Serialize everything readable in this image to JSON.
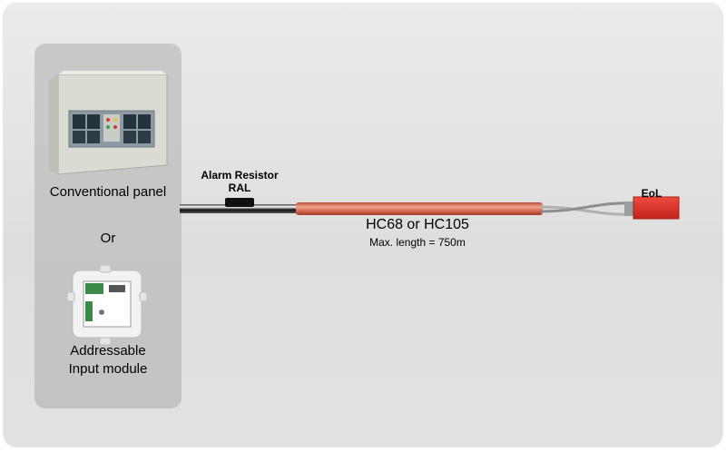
{
  "labels": {
    "conventional_panel": "Conventional panel",
    "or": "Or",
    "addressable_line1": "Addressable",
    "addressable_line2": "Input module",
    "alarm_resistor_line1": "Alarm Resistor",
    "alarm_resistor_line2": "RAL",
    "cable": "HC68 or HC105",
    "max_length": "Max. length = 750m",
    "eol": "EoL"
  },
  "colors": {
    "cable": "#d9735a",
    "eol": "#e0322a",
    "panel_side": "#c7c7c7"
  }
}
